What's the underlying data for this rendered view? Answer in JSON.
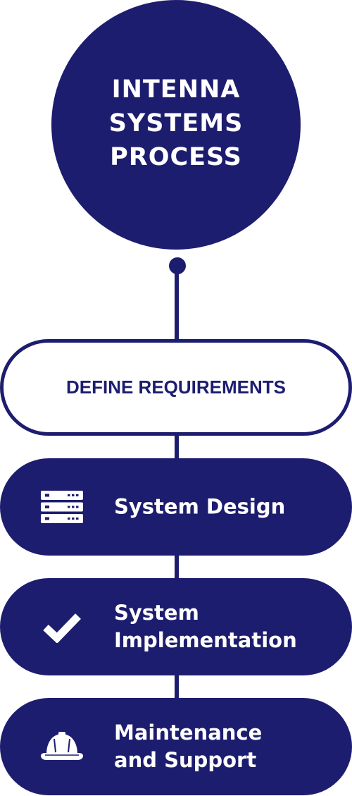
{
  "colors": {
    "primary": "#1d1d6f",
    "background": "#ffffff",
    "text_on_primary": "#ffffff"
  },
  "title": {
    "lines": [
      "INTENNA",
      "SYSTEMS",
      "PROCESS"
    ]
  },
  "steps": [
    {
      "label": "DEFINE REQUIREMENTS",
      "style": "outline"
    },
    {
      "lines": [
        "System Design"
      ],
      "icon": "server-rack-icon",
      "style": "filled"
    },
    {
      "lines": [
        "System",
        "Implementation"
      ],
      "icon": "checkmark-icon",
      "style": "filled"
    },
    {
      "lines": [
        "Maintenance",
        "and Support"
      ],
      "icon": "hard-hat-icon",
      "style": "filled"
    }
  ]
}
